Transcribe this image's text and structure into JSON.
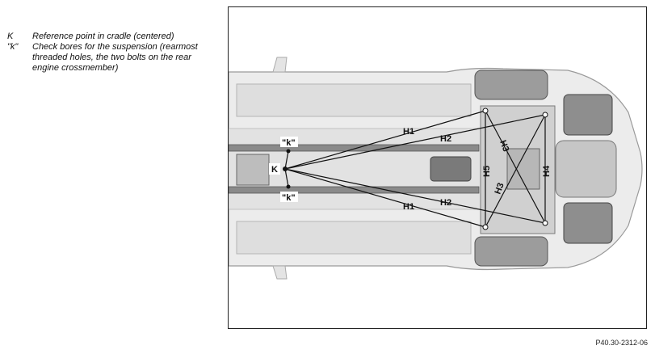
{
  "legend": [
    {
      "key": "K",
      "description": "Reference point in cradle (centered)"
    },
    {
      "key": "\"k\"",
      "description": "Check bores for the suspension (rearmost threaded holes, the two bolts on the rear engine crossmember)"
    }
  ],
  "diagram_labels": {
    "K": "K",
    "k_top": "\"k\"",
    "k_bottom": "\"k\"",
    "H1_top": "H1",
    "H1_bottom": "H1",
    "H2_top": "H2",
    "H2_bottom": "H2",
    "H3_top": "H3",
    "H3_bottom": "H3",
    "H4": "H4",
    "H5": "H5"
  },
  "figure_id": "P40.30-2312-06"
}
